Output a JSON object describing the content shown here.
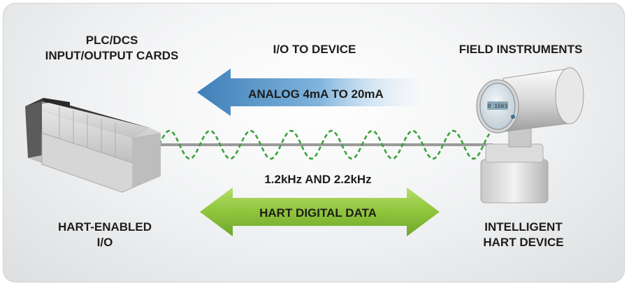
{
  "labels": {
    "plc_title_line1": "PLC/DCS",
    "plc_title_line2": "INPUT/OUTPUT CARDS",
    "io_to_device": "I/O TO DEVICE",
    "field_instruments": "FIELD INSTRUMENTS",
    "analog_signal": "ANALOG 4mA TO 20mA",
    "frequency": "1.2kHz AND 2.2kHz",
    "hart_digital_data": "HART DIGITAL DATA",
    "hart_enabled_line1": "HART-ENABLED",
    "hart_enabled_line2": "I/O",
    "intelligent_line1": "INTELLIGENT",
    "intelligent_line2": "HART DEVICE"
  },
  "colors": {
    "analog_arrow": "#4e92c8",
    "digital_arrow": "#8fc43c",
    "wave": "#3aa23a",
    "wire": "#9a9a9a"
  },
  "icons": {
    "io_card_rack": "plc-io-rack-icon",
    "field_device": "field-transmitter-icon"
  }
}
